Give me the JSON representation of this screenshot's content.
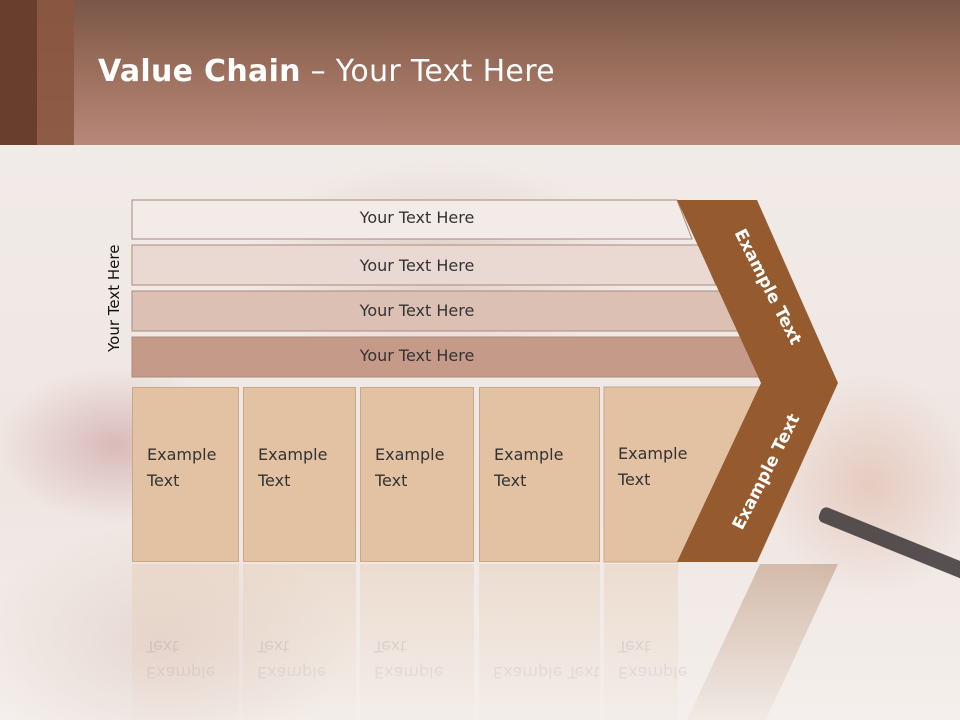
{
  "slide": {
    "title_bold": "Value Chain",
    "title_rest": " – Your Text Here",
    "side_label": "Your Text Here"
  },
  "bars": [
    {
      "label": "Your Text Here"
    },
    {
      "label": "Your Text Here"
    },
    {
      "label": "Your Text Here"
    },
    {
      "label": "Your Text Here"
    }
  ],
  "columns": [
    {
      "label": "Example Text"
    },
    {
      "label": "Example Text"
    },
    {
      "label": "Example Text"
    },
    {
      "label": "Example Text"
    },
    {
      "label": "Example Text"
    }
  ],
  "chevron": {
    "upper_label": "Example Text",
    "lower_label": "Example Text"
  },
  "colors": {
    "header": "#9a6d5b",
    "chevron": "#955a2d",
    "columns": "#e2c2a2",
    "bar_shades": [
      "#f3ebe8",
      "#ead9d2",
      "#dcc0b3",
      "#c69a88"
    ]
  }
}
